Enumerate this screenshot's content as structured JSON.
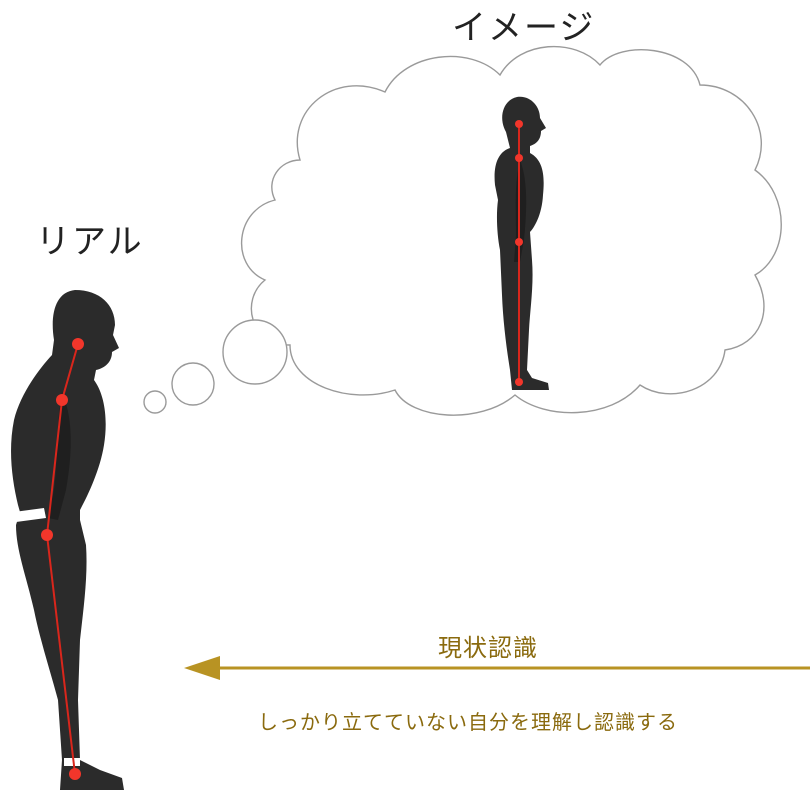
{
  "labels": {
    "image_title": "イメージ",
    "real_title": "リアル",
    "arrow_label": "現状認識",
    "arrow_description": "しっかり立てていない自分を理解し認識する"
  },
  "colors": {
    "silhouette": "#2b2b2b",
    "alignment_line": "#d9261c",
    "joint_marker": "#f2362b",
    "arrow": "#b89323",
    "arrow_text": "#8a6a0e",
    "cloud_stroke": "#999999"
  },
  "icons": {
    "real_figure": "person-slouched-posture",
    "ideal_figure": "person-upright-posture",
    "thought_cloud": "thought-bubble",
    "arrow": "arrow-left"
  }
}
